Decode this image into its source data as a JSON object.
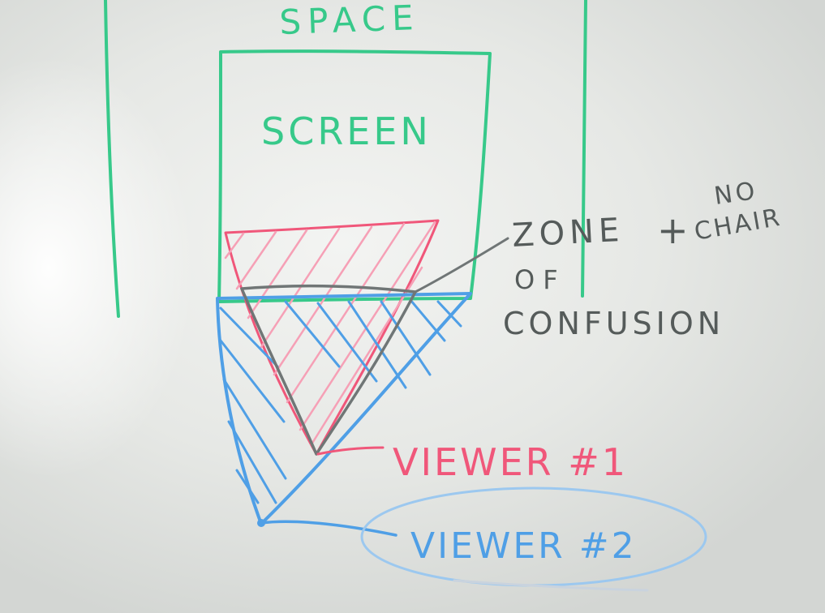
{
  "whiteboard": {
    "labels": {
      "space": "SPACE",
      "screen": "SCREEN",
      "zone_line1": "ZONE",
      "zone_line2": "OF",
      "zone_line3": "CONFUSION",
      "plus": "+",
      "no": "NO",
      "chair": "CHAIR",
      "viewer1": "VIEWER #1",
      "viewer2": "VIEWER #2"
    },
    "colors": {
      "green_marker": "#37c98a",
      "pink_marker": "#f0577a",
      "blue_marker": "#4f9fe6",
      "dark_marker": "#555b5a",
      "light_blue_marker": "#9cc8ef"
    }
  }
}
